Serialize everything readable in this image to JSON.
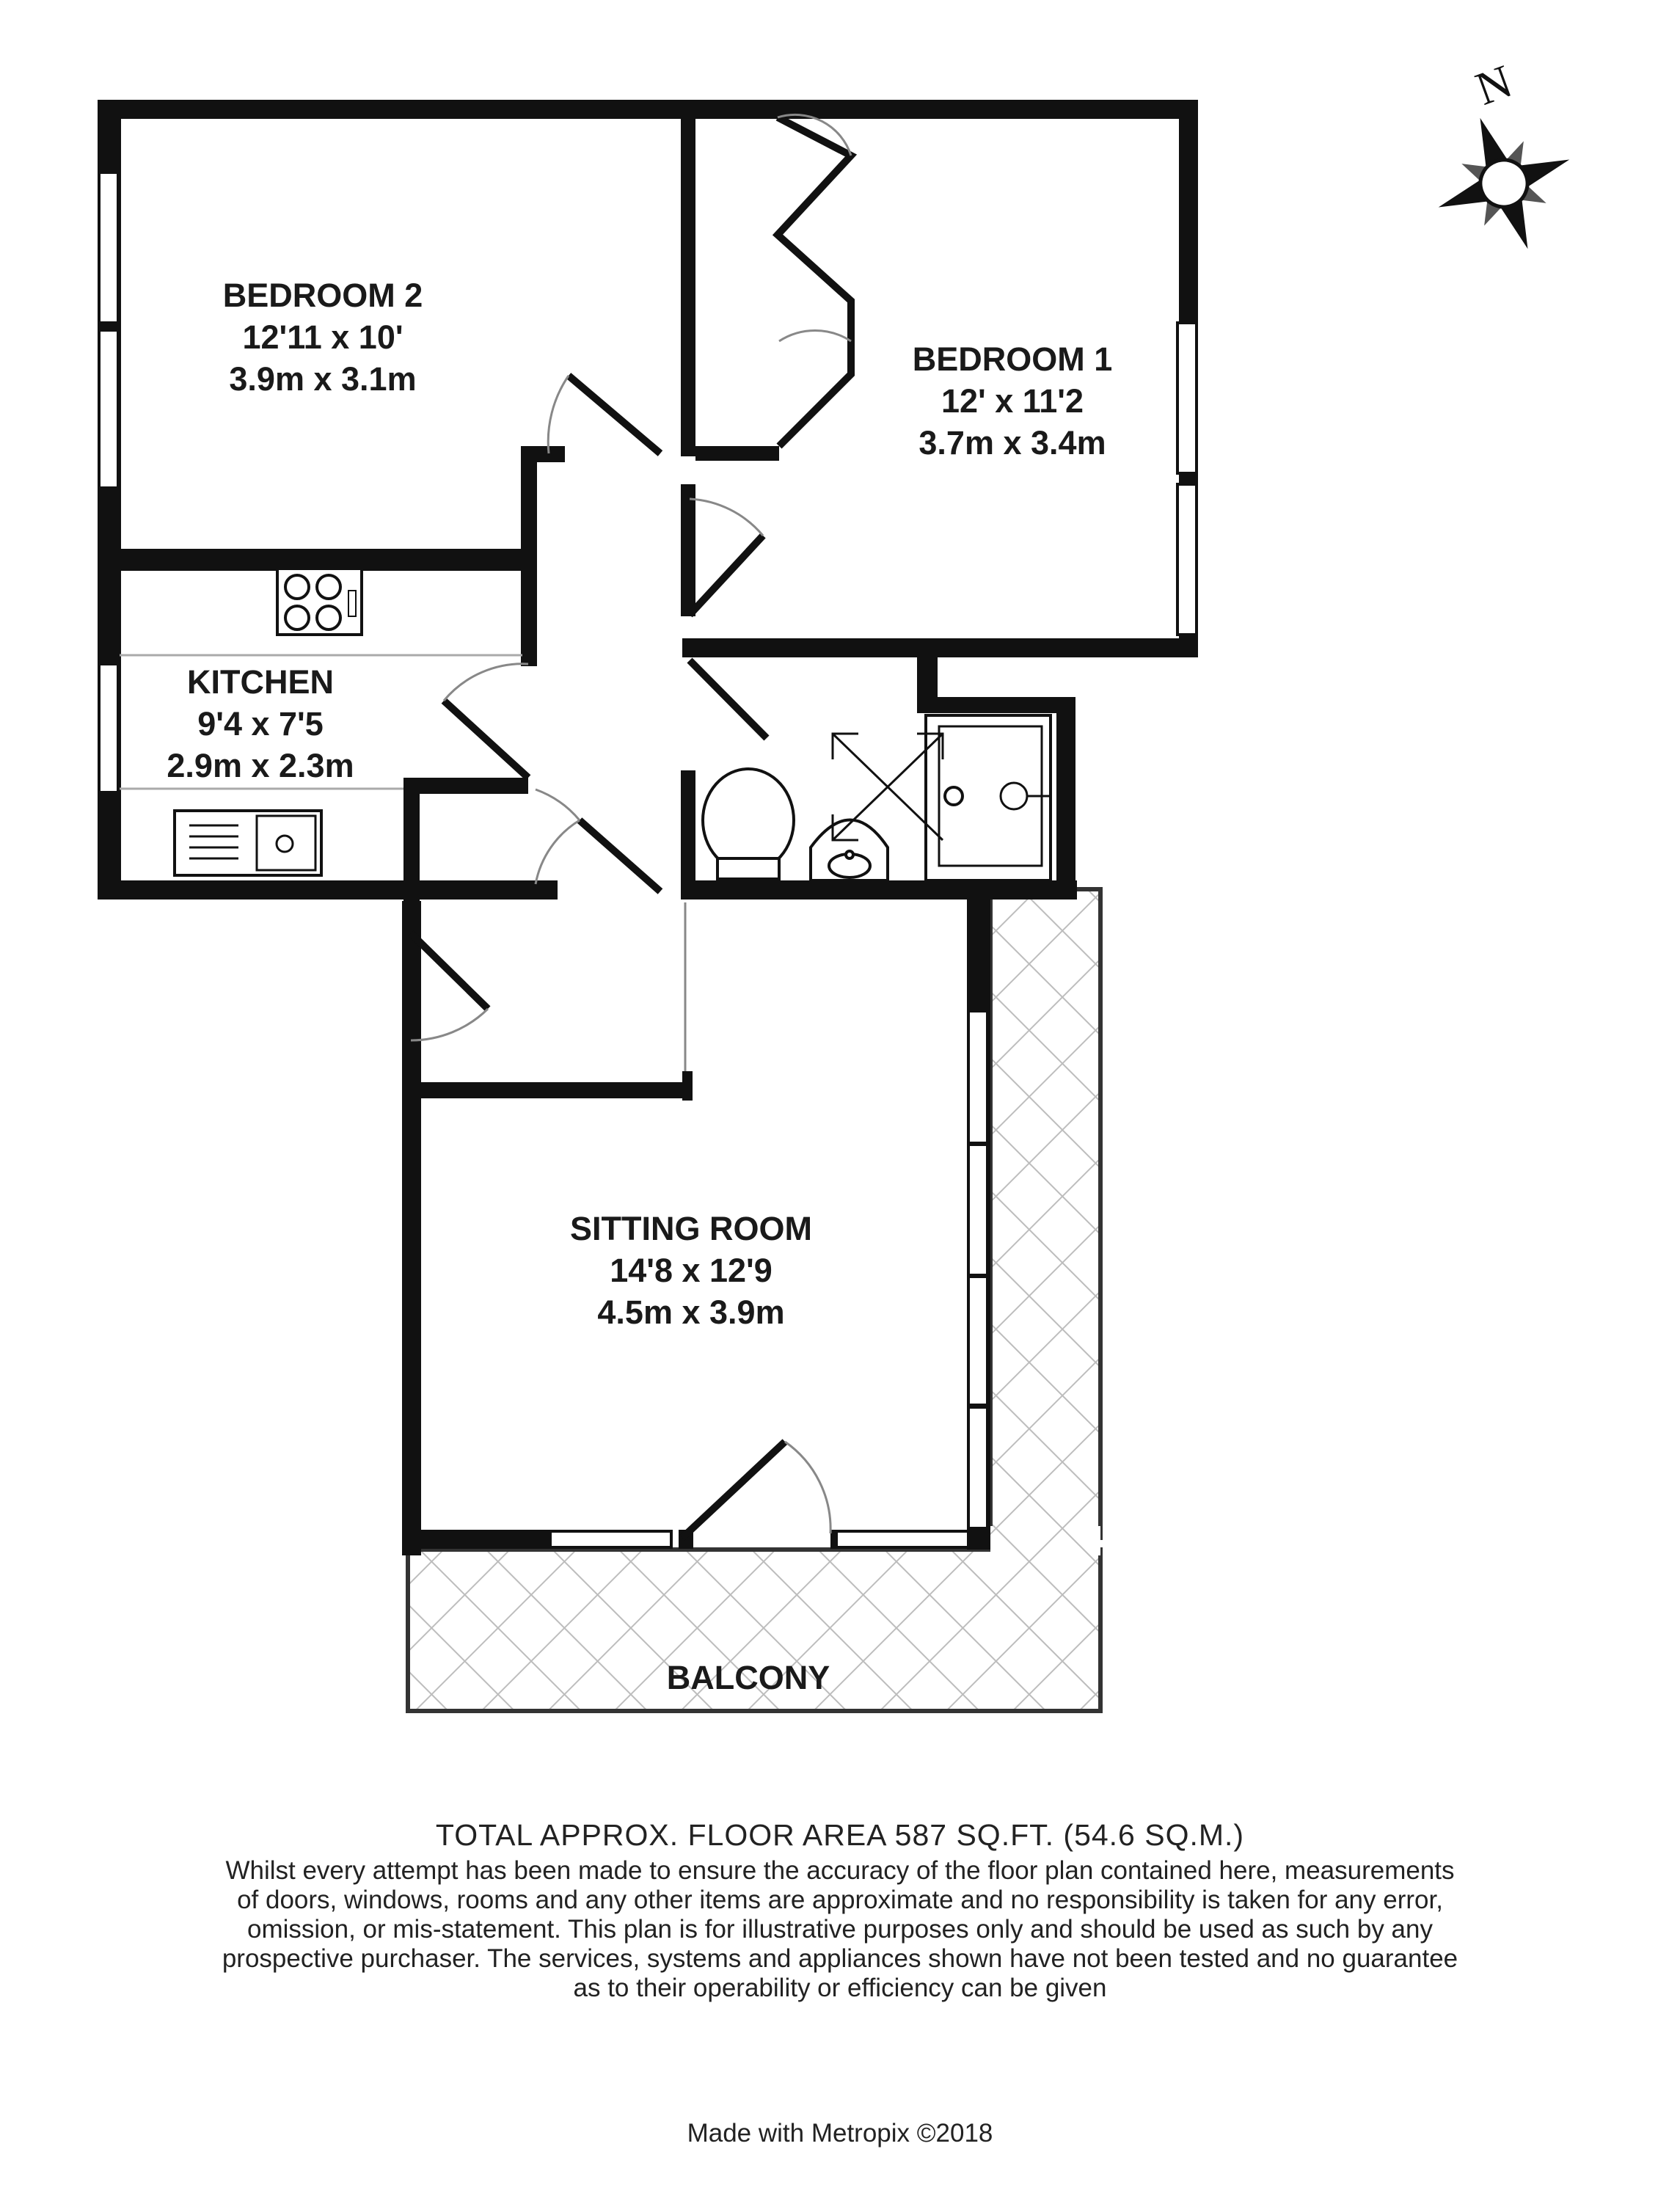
{
  "rooms": {
    "bedroom2": {
      "name": "BEDROOM 2",
      "imperial": "12'11 x 10'",
      "metric": "3.9m x 3.1m"
    },
    "bedroom1": {
      "name": "BEDROOM 1",
      "imperial": "12' x 11'2",
      "metric": "3.7m x 3.4m"
    },
    "kitchen": {
      "name": "KITCHEN",
      "imperial": "9'4 x 7'5",
      "metric": "2.9m x 2.3m"
    },
    "sitting": {
      "name": "SITTING ROOM",
      "imperial": "14'8 x 12'9",
      "metric": "4.5m x 3.9m"
    },
    "balcony": {
      "name": "BALCONY"
    }
  },
  "compass": {
    "north_label": "N"
  },
  "footer": {
    "total_area": "TOTAL APPROX. FLOOR AREA 587 SQ.FT. (54.6 SQ.M.)",
    "disclaimer_lines": [
      "Whilst every attempt has been made to ensure the accuracy of the floor plan contained here, measurements",
      "of doors, windows, rooms and any other items are approximate and no responsibility is taken for any error,",
      "omission, or mis-statement. This plan is for illustrative purposes only and should be used as such by any",
      "prospective purchaser. The services, systems and appliances shown have not been tested and no guarantee",
      "as to their operability or efficiency can be given"
    ],
    "made_with": "Made with Metropix ©2018"
  }
}
